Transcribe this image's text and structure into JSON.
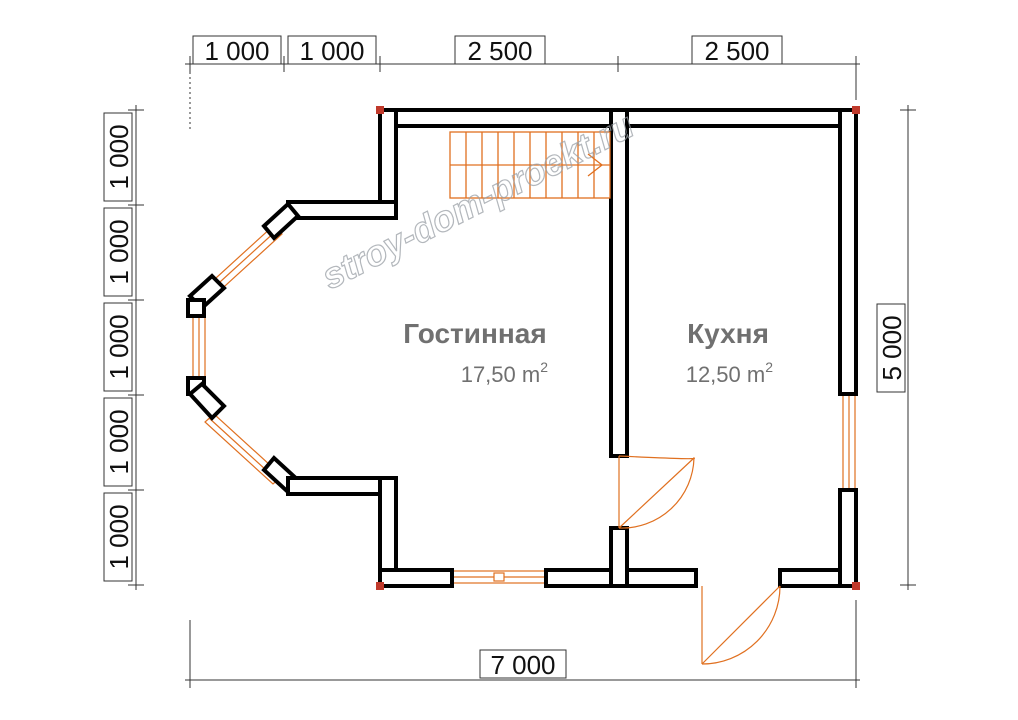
{
  "dimensions": {
    "top": [
      "1 000",
      "1 000",
      "2 500",
      "2 500"
    ],
    "left": [
      "1 000",
      "1 000",
      "1 000",
      "1 000",
      "1 000"
    ],
    "right": "5 000",
    "bottom": "7 000"
  },
  "rooms": {
    "living": {
      "name": "Гостинная",
      "area": "17,50 m",
      "sup": "2"
    },
    "kitchen": {
      "name": "Кухня",
      "area": "12,50 m",
      "sup": "2"
    }
  },
  "watermark": "stroy-dom-proekt.ru",
  "colors": {
    "wall_stroke": "#000000",
    "wall_fill": "#ffffff",
    "window": "#e07020",
    "door": "#e07020",
    "room_label": "#707070",
    "corner_post": "#c0392b"
  }
}
